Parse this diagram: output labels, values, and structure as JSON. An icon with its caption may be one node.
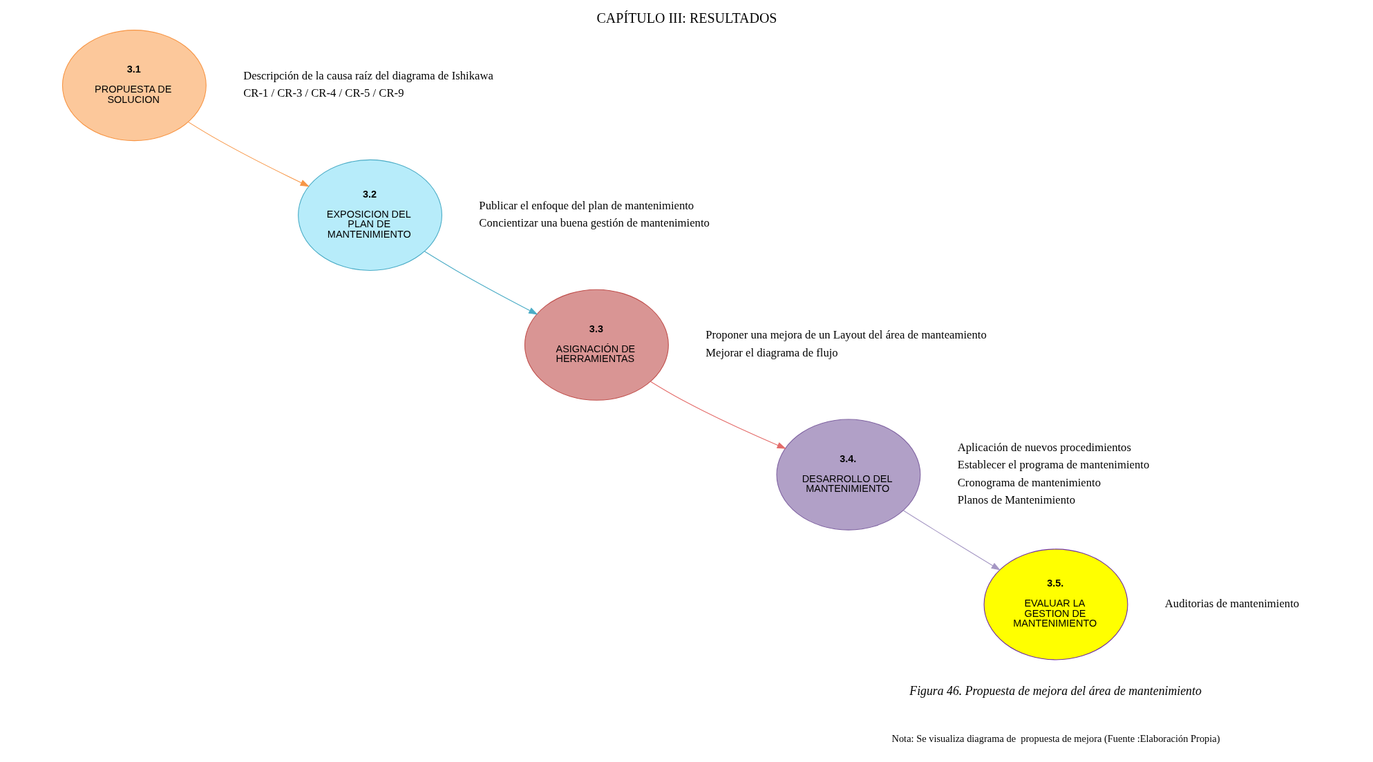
{
  "diagram": {
    "title": "CAPÍTULO III: RESULTADOS",
    "caption": "Figura 46. Propuesta de mejora del área de mantenimiento",
    "nodes": [
      {
        "text": [
          "3.1",
          "PROPUESTA DE SOLUCION"
        ],
        "beside": [
          "Descripción de la causa raíz del diagrama de Ishikawa",
          "CR-1 / CR-3 / CR-4 / CR-5 / CR-9"
        ]
      },
      {
        "text": [
          "3.2",
          "EXPOSICION DEL PLAN DE MANTENIMIENTO"
        ],
        "beside": [
          "Publicar el enfoque del plan de mantenimiento",
          "Concientizar una buena gestión de mantenimiento"
        ]
      },
      {
        "text": [
          "3.3",
          "ASIGNACIÓN DE HERRAMIENTAS"
        ],
        "beside": [
          "Proponer una mejora de un Layout del área de manteamiento",
          "Mejorar el diagrama de flujo"
        ]
      },
      {
        "text": [
          "3.4.",
          "DESARROLLO DEL MANTENIMIENTO"
        ],
        "beside": [
          "Aplicación de nuevos procedimientos",
          "Establecer el programa de mantenimiento",
          "Cronograma de mantenimiento",
          "Planos de Mantenimiento"
        ]
      },
      {
        "text": [
          "3.5.",
          "EVALUAR LA GESTION DE MANTENIMIENTO"
        ],
        "beside": [
          "Auditorias de mantenimiento"
        ]
      }
    ],
    "edges": [
      {
        "from": 0,
        "to": 1,
        "arrow": "to",
        "color": "#f79646"
      },
      {
        "from": 1,
        "to": 2,
        "arrow": "to",
        "color": "#4bacc6"
      },
      {
        "from": 2,
        "to": 3,
        "arrow": "to",
        "color": "#e46c6a"
      },
      {
        "from": 3,
        "to": 4,
        "arrow": "to",
        "color": "#a597c4"
      }
    ],
    "labels": [
      "Nota: Se visualiza diagrama de  propuesta de mejora (Fuente :Elaboración Propia)"
    ]
  }
}
